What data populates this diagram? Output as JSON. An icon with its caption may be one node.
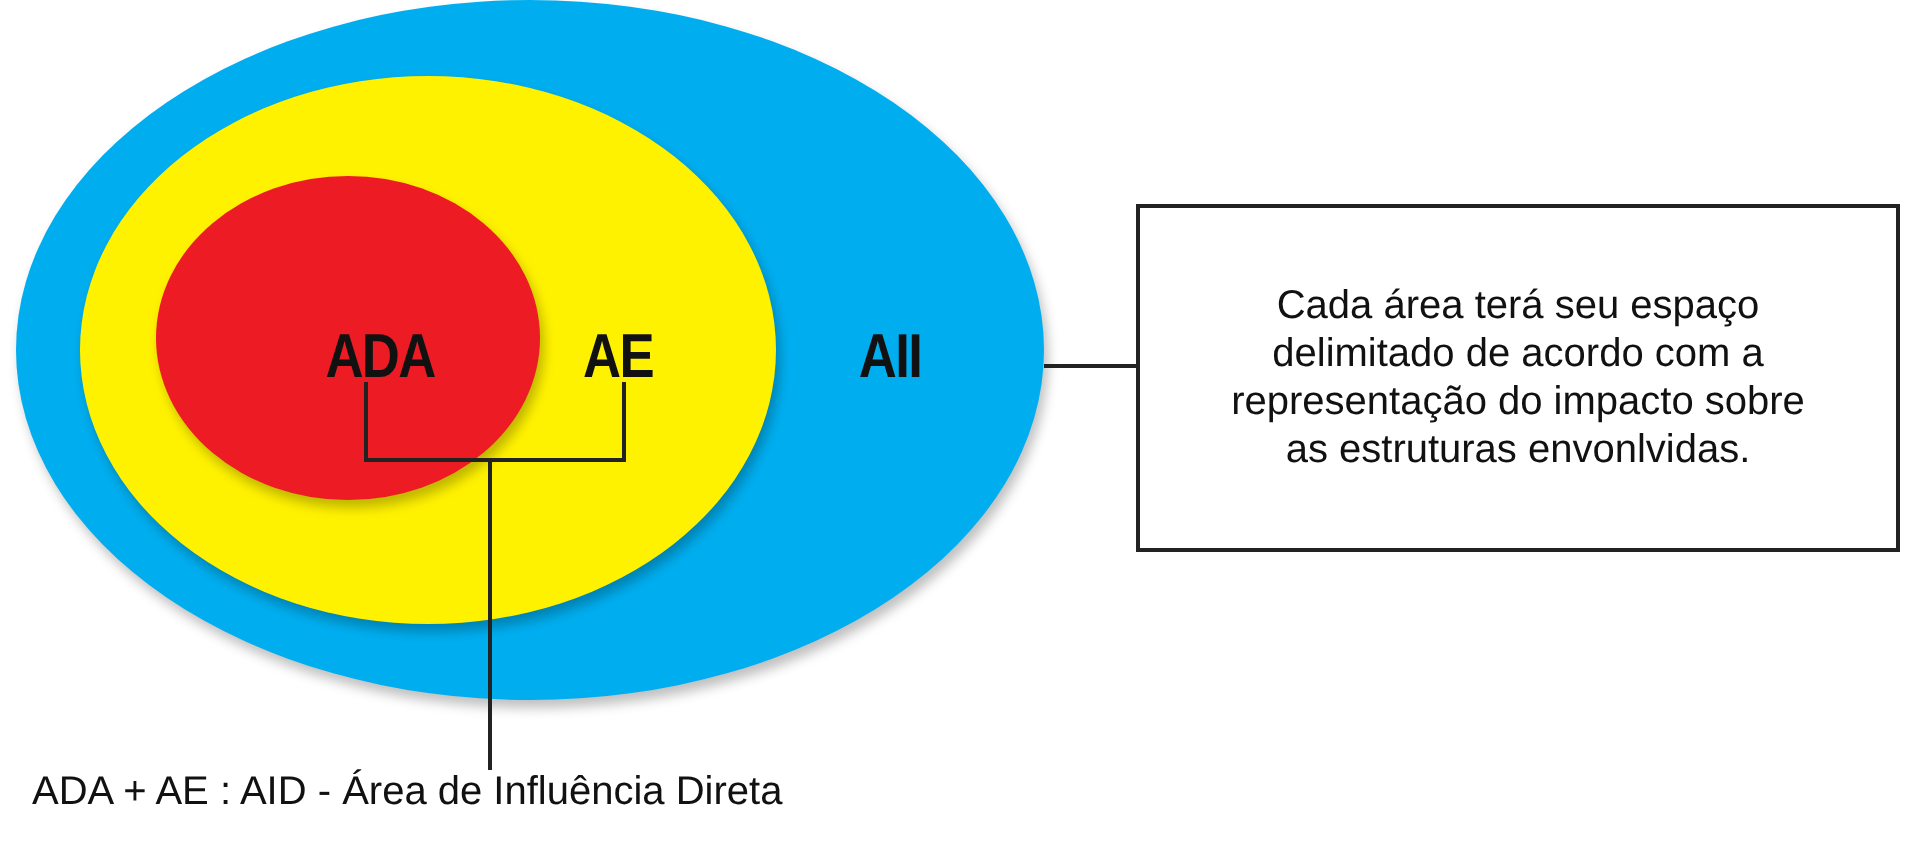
{
  "diagram": {
    "nodes": [
      {
        "text": [
          "AII"
        ]
      },
      {
        "text": [
          "AE"
        ],
        "in": 0
      },
      {
        "text": [
          "ADA"
        ],
        "in": 1
      },
      {
        "text": [
          "Cada área terá seu espaço delimitado de acordo com a representação do impacto sobre as estruturas envonlvidas."
        ]
      },
      {
        "text": [
          "ADA + AE : AID - Área de Influência Direta"
        ]
      }
    ],
    "edges": [
      {
        "from": 0,
        "to": 3,
        "arrow": "none"
      },
      {
        "from": 2,
        "to": 4,
        "arrow": "none"
      },
      {
        "from": 1,
        "to": 4,
        "arrow": "none"
      }
    ]
  }
}
